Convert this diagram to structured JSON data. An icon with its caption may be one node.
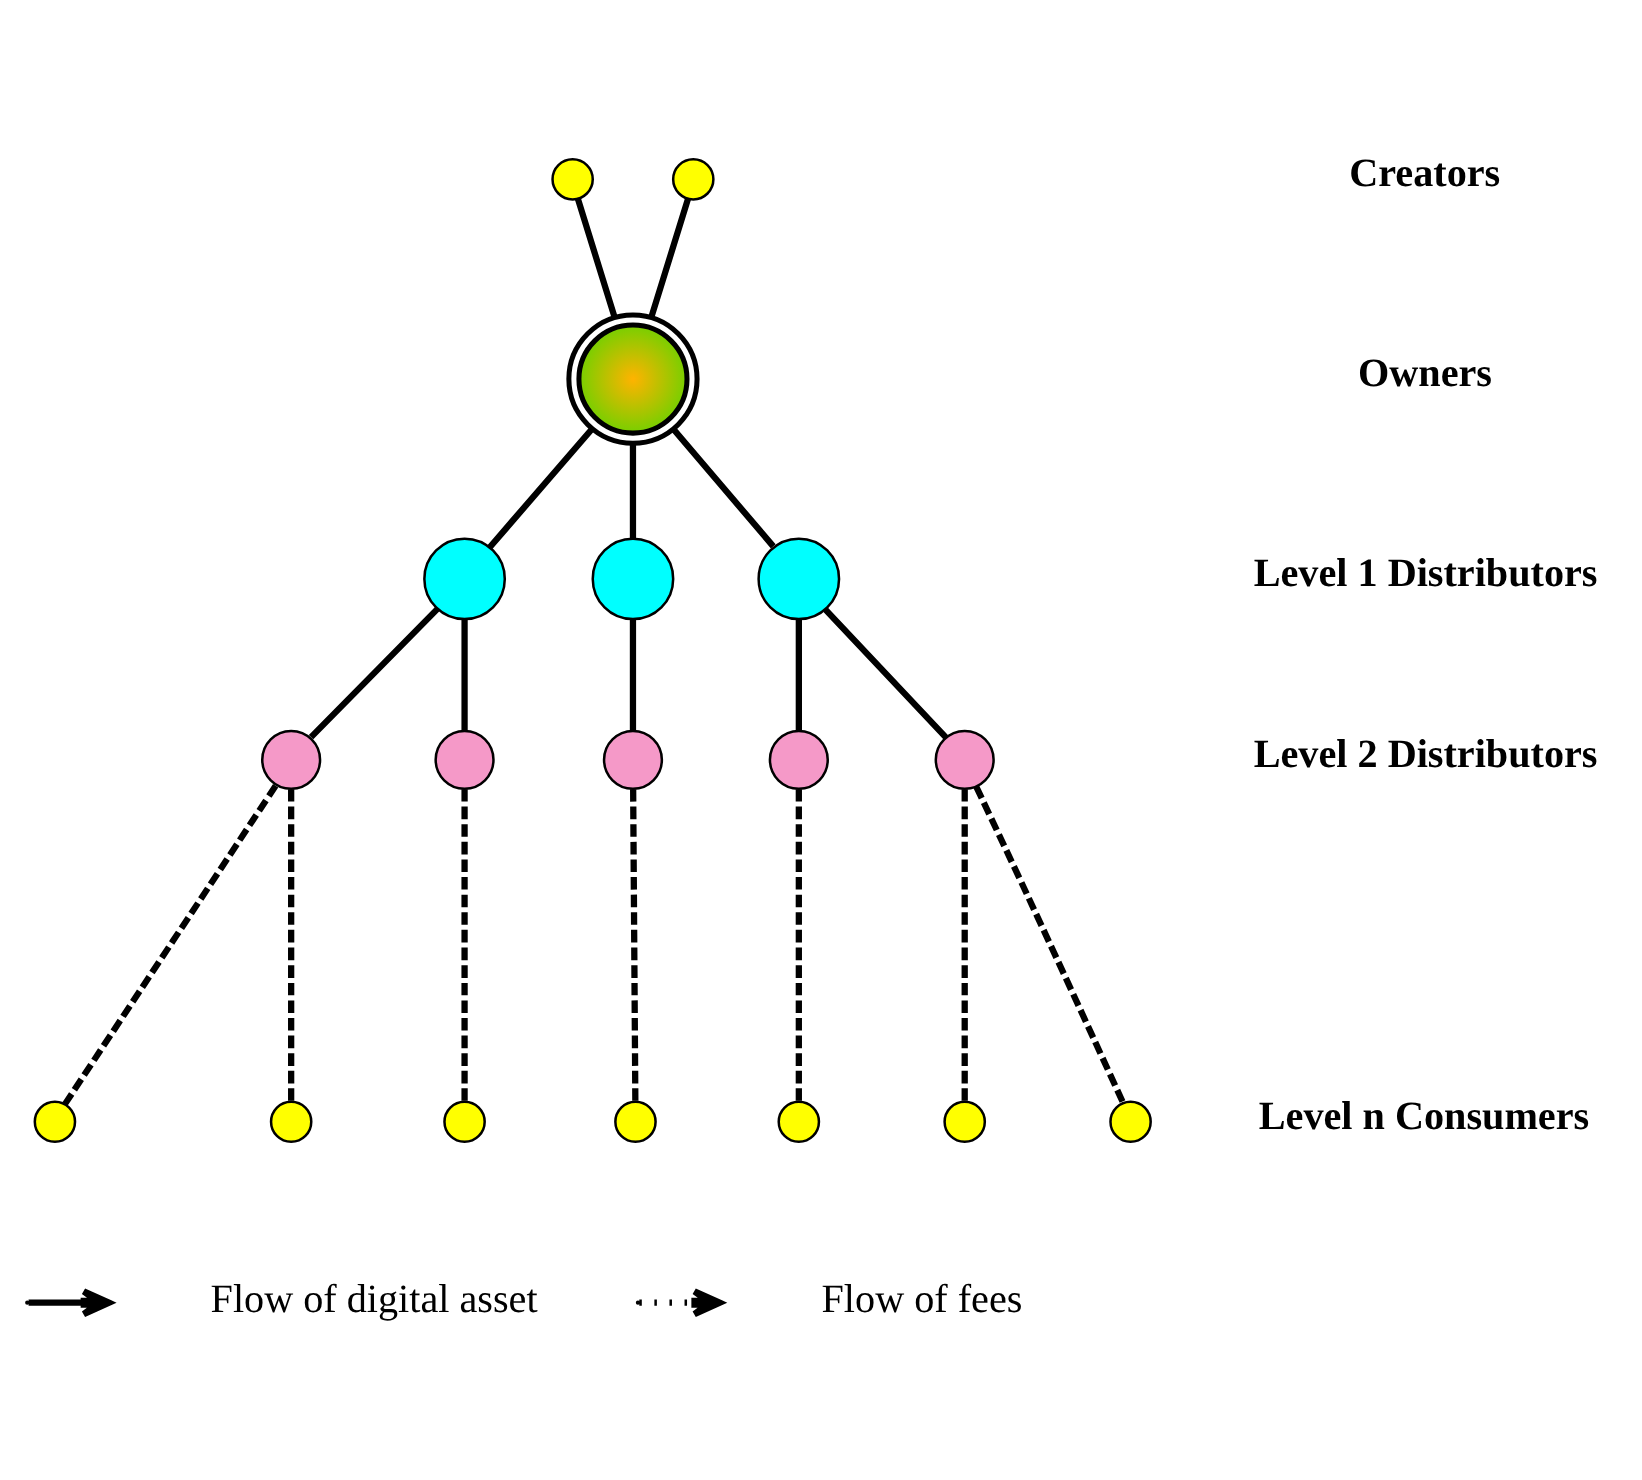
{
  "diagram": {
    "nodes": [
      {
        "text": [],
        "shape": "circle"
      },
      {
        "text": [],
        "shape": "circle"
      },
      {
        "text": [],
        "shape": "circle"
      },
      {
        "text": [],
        "shape": "circle"
      },
      {
        "text": [],
        "shape": "circle"
      },
      {
        "text": [],
        "shape": "circle"
      },
      {
        "text": [],
        "shape": "circle"
      },
      {
        "text": [],
        "shape": "circle"
      },
      {
        "text": [],
        "shape": "circle"
      },
      {
        "text": [],
        "shape": "circle"
      },
      {
        "text": [],
        "shape": "circle"
      },
      {
        "text": [],
        "shape": "circle"
      },
      {
        "text": [],
        "shape": "circle"
      },
      {
        "text": [],
        "shape": "circle"
      },
      {
        "text": [],
        "shape": "circle"
      },
      {
        "text": [],
        "shape": "circle"
      },
      {
        "text": [],
        "shape": "circle"
      },
      {
        "text": [],
        "shape": "circle"
      }
    ],
    "edges": [
      {
        "from": 0,
        "to": 2,
        "arrow": "none"
      },
      {
        "from": 1,
        "to": 2,
        "arrow": "none"
      },
      {
        "from": 2,
        "to": 3,
        "arrow": "none"
      },
      {
        "from": 2,
        "to": 4,
        "arrow": "none"
      },
      {
        "from": 2,
        "to": 5,
        "arrow": "none"
      },
      {
        "from": 3,
        "to": 6,
        "arrow": "none"
      },
      {
        "from": 3,
        "to": 7,
        "arrow": "none"
      },
      {
        "from": 4,
        "to": 8,
        "arrow": "none"
      },
      {
        "from": 5,
        "to": 9,
        "arrow": "none"
      },
      {
        "from": 5,
        "to": 10,
        "arrow": "none"
      },
      {
        "from": 6,
        "to": 11,
        "arrow": "none",
        "style": "dashed"
      },
      {
        "from": 6,
        "to": 12,
        "arrow": "none",
        "style": "dashed"
      },
      {
        "from": 7,
        "to": 13,
        "arrow": "none",
        "style": "dashed"
      },
      {
        "from": 8,
        "to": 14,
        "arrow": "none",
        "style": "dashed"
      },
      {
        "from": 9,
        "to": 15,
        "arrow": "none",
        "style": "dashed"
      },
      {
        "from": 10,
        "to": 16,
        "arrow": "none",
        "style": "dashed"
      },
      {
        "from": 10,
        "to": 17,
        "arrow": "none",
        "style": "dashed"
      }
    ],
    "labels": [
      "Creators",
      "Owners",
      "Level 1 Distributors",
      "Level 2 Distributors",
      "Level n Consumers"
    ],
    "legend": [
      {
        "text": "Flow of digital asset"
      },
      {
        "text": "Flow of fees"
      }
    ]
  }
}
